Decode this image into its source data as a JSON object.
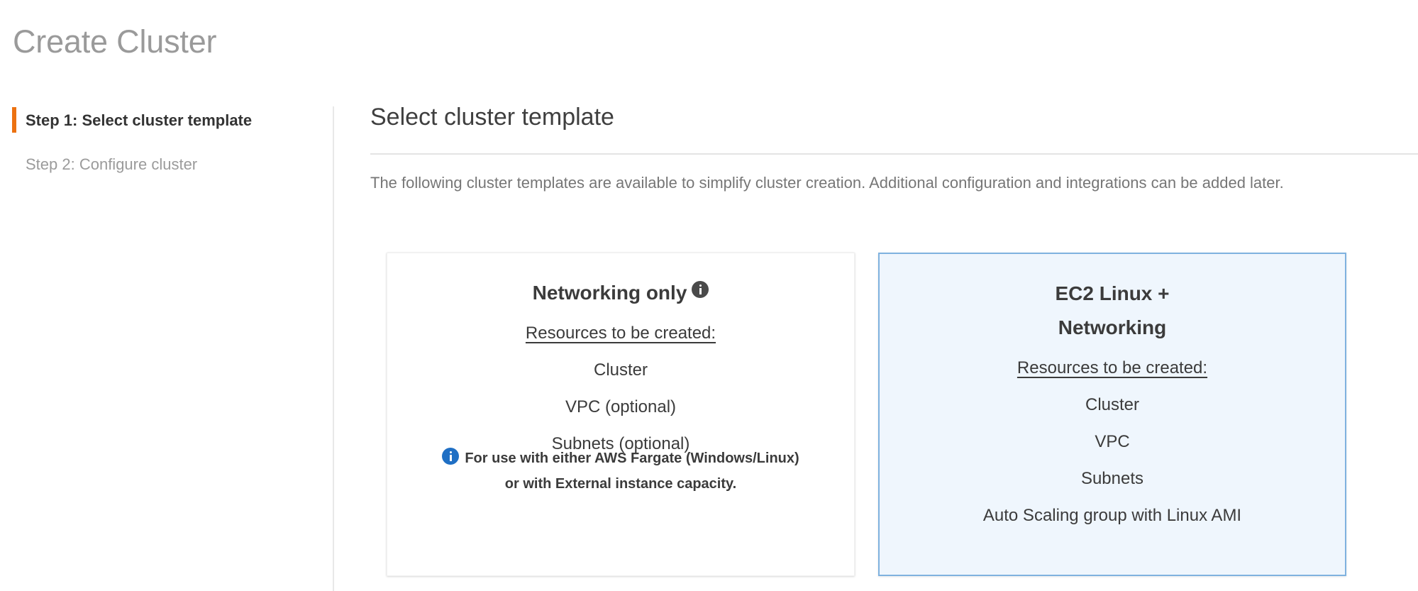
{
  "page": {
    "title": "Create Cluster"
  },
  "sidebar": {
    "steps": [
      {
        "label": "Step 1: Select cluster template",
        "active": true
      },
      {
        "label": "Step 2: Configure cluster",
        "active": false
      }
    ],
    "accent_color": "#ec7211"
  },
  "main": {
    "section_title": "Select cluster template",
    "description": "The following cluster templates are available to simplify cluster creation. Additional configuration and integrations can be added later.",
    "cards": [
      {
        "title": "Networking only",
        "has_info_icon": true,
        "info_icon_name": "info-icon",
        "resources_label": "Resources to be created:",
        "resources": [
          "Cluster",
          "VPC (optional)",
          "Subnets (optional)"
        ],
        "note": {
          "icon": "info-icon-blue",
          "line1": "For use with either AWS Fargate (Windows/Linux)",
          "line2": "or with External instance capacity."
        },
        "selected": false
      },
      {
        "title_line1": "EC2 Linux +",
        "title_line2": "Networking",
        "has_info_icon": false,
        "resources_label": "Resources to be created:",
        "resources": [
          "Cluster",
          "VPC",
          "Subnets",
          "Auto Scaling group with Linux AMI"
        ],
        "selected": true
      }
    ]
  },
  "colors": {
    "accent_orange": "#ec7211",
    "selected_card_bg": "#eff6fd",
    "selected_card_border": "#7fb2df",
    "info_blue": "#1f6fc4",
    "title_gray": "#9a9a9a",
    "body_gray": "#767676",
    "text_dark": "#3b3b3b"
  }
}
